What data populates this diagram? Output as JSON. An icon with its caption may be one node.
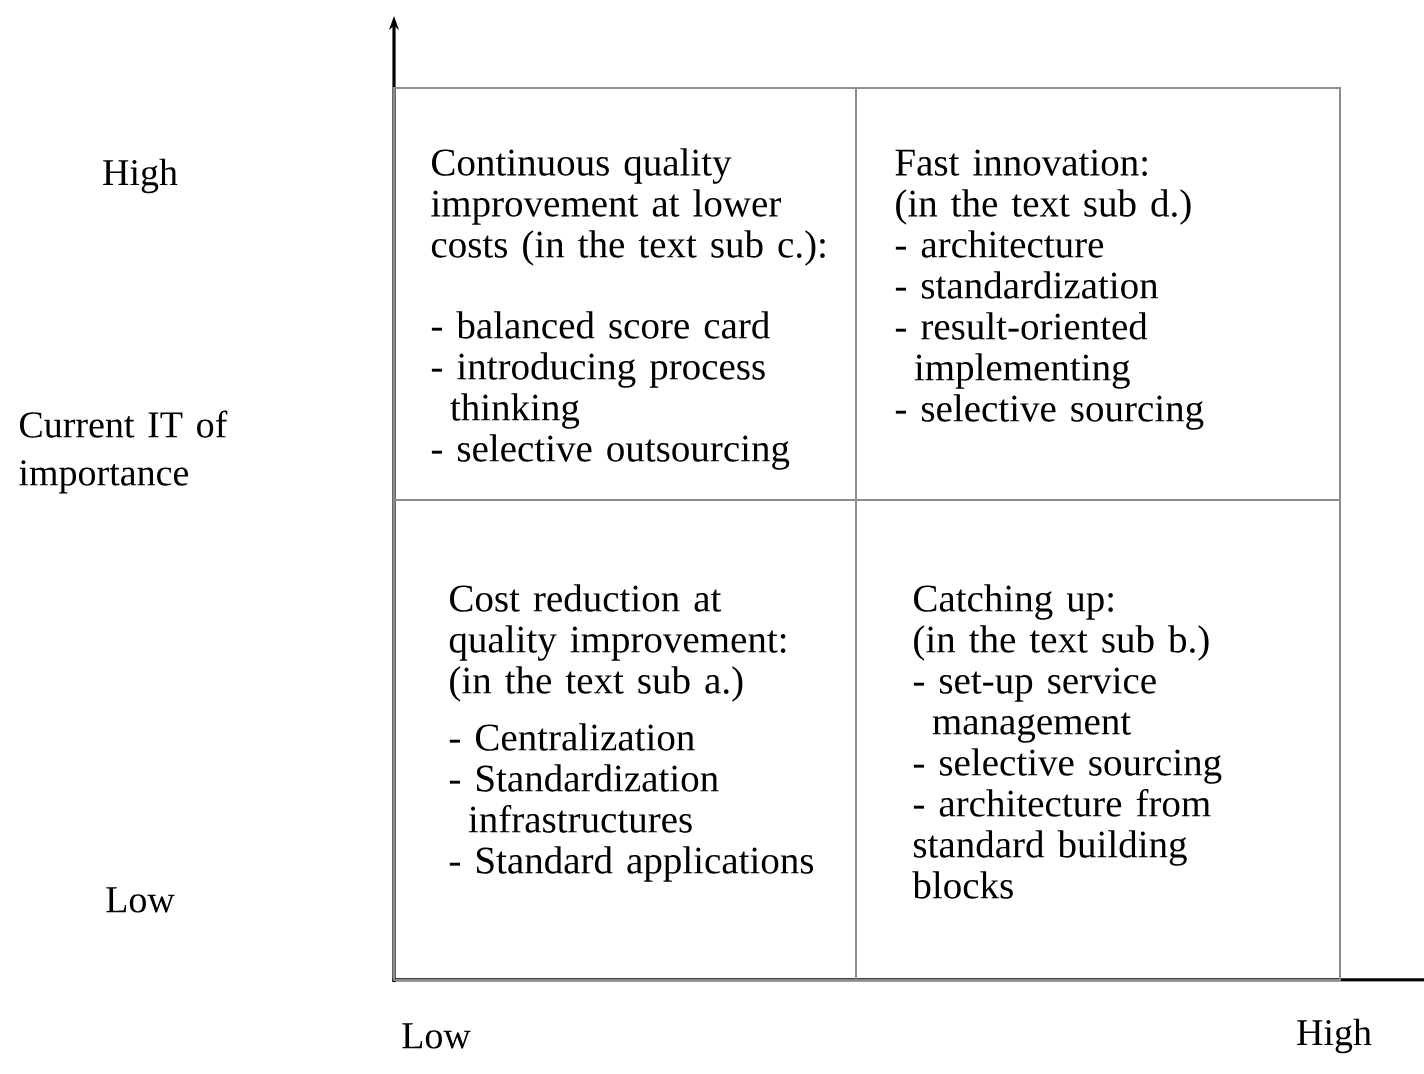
{
  "diagram": {
    "nodes": [
      {
        "text": [
          "Continuous quality improvement at lower costs (in the text sub c.):",
          "- balanced score card",
          "- introducing process thinking",
          "- selective outsourcing"
        ]
      },
      {
        "text": [
          "Fast innovation:",
          "(in the text sub d.)",
          "- architecture",
          "- standardization",
          "- result-oriented implementing",
          "- selective sourcing"
        ]
      },
      {
        "text": [
          "Cost reduction at quality improvement:",
          "(in the text sub a.)",
          "- Centralization",
          "- Standardization infrastructures",
          "- Standard applications"
        ]
      },
      {
        "text": [
          "Catching up:",
          "(in the text sub b.)",
          "- set-up service management",
          "- selective sourcing",
          "- architecture from standard building blocks"
        ]
      }
    ],
    "labels": [
      "High",
      "Current IT of importance",
      "Low",
      "Low",
      "High"
    ]
  }
}
